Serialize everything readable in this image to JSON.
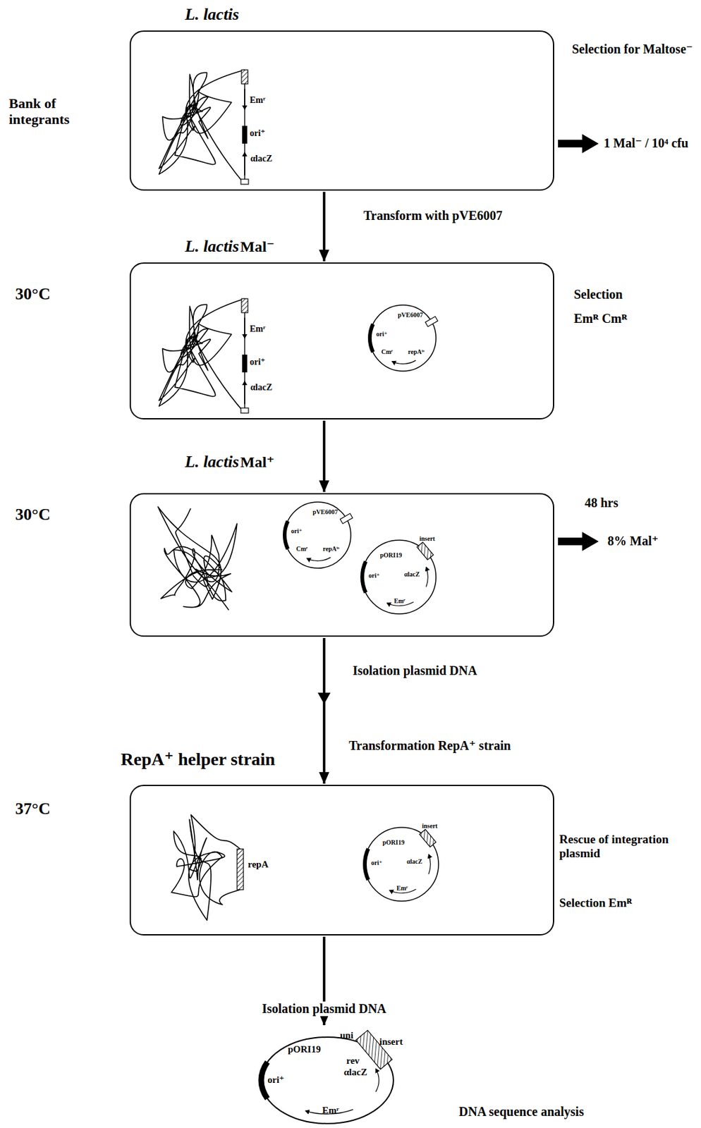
{
  "diagram": {
    "nodes": [
      {
        "text": [
          "L. lactis"
        ]
      },
      {
        "text": [
          "L. lactis",
          "Mal⁻"
        ]
      },
      {
        "text": [
          "pVE6007",
          "ori⁺",
          "Cmʳ",
          "repAᵗˢ"
        ],
        "in": 1
      },
      {
        "text": [
          "L. lactis",
          "Mal⁺"
        ]
      },
      {
        "text": [
          "pVE6007",
          "ori⁺",
          "Cmʳ",
          "repAᵗˢ"
        ],
        "in": 3
      },
      {
        "text": [
          "pORI19",
          "insert",
          "ori⁺",
          "αlacZ",
          "Emʳ"
        ],
        "in": 3
      },
      {
        "text": [
          "RepA⁺ helper strain"
        ]
      },
      {
        "text": [
          "pORI19",
          "insert",
          "ori⁺",
          "αlacZ",
          "Emʳ"
        ],
        "in": 6
      },
      {
        "text": [
          "pORI19",
          "uni",
          "insert",
          "rev",
          "αlacZ",
          "ori⁺",
          "Emʳ"
        ]
      }
    ],
    "edges": [
      {
        "from": 0,
        "to": 1,
        "arrow": "to",
        "label": "Transform with pVE6007"
      },
      {
        "from": 1,
        "to": 3,
        "arrow": "to"
      },
      {
        "from": 3,
        "to": 6,
        "arrow": "to",
        "label": "Transformation RepA⁺ strain"
      },
      {
        "from": 6,
        "to": 8,
        "arrow": "to",
        "label": "Isolation plasmid DNA"
      }
    ],
    "labels": [
      "Bank of integrants",
      "Selection for Maltose⁻",
      "1 Mal⁻ / 10⁴ cfu",
      "Emʳ",
      "ori⁺",
      "αlacZ",
      "30°C",
      "Selection",
      "Emᴿ Cmᴿ",
      "Emʳ",
      "ori⁺",
      "αlacZ",
      "30°C",
      "48 hrs",
      "8% Mal⁺",
      "Isolation plasmid DNA",
      "37°C",
      "repA",
      "Rescue of integration plasmid",
      "Selection Emᴿ",
      "DNA sequence analysis"
    ]
  }
}
